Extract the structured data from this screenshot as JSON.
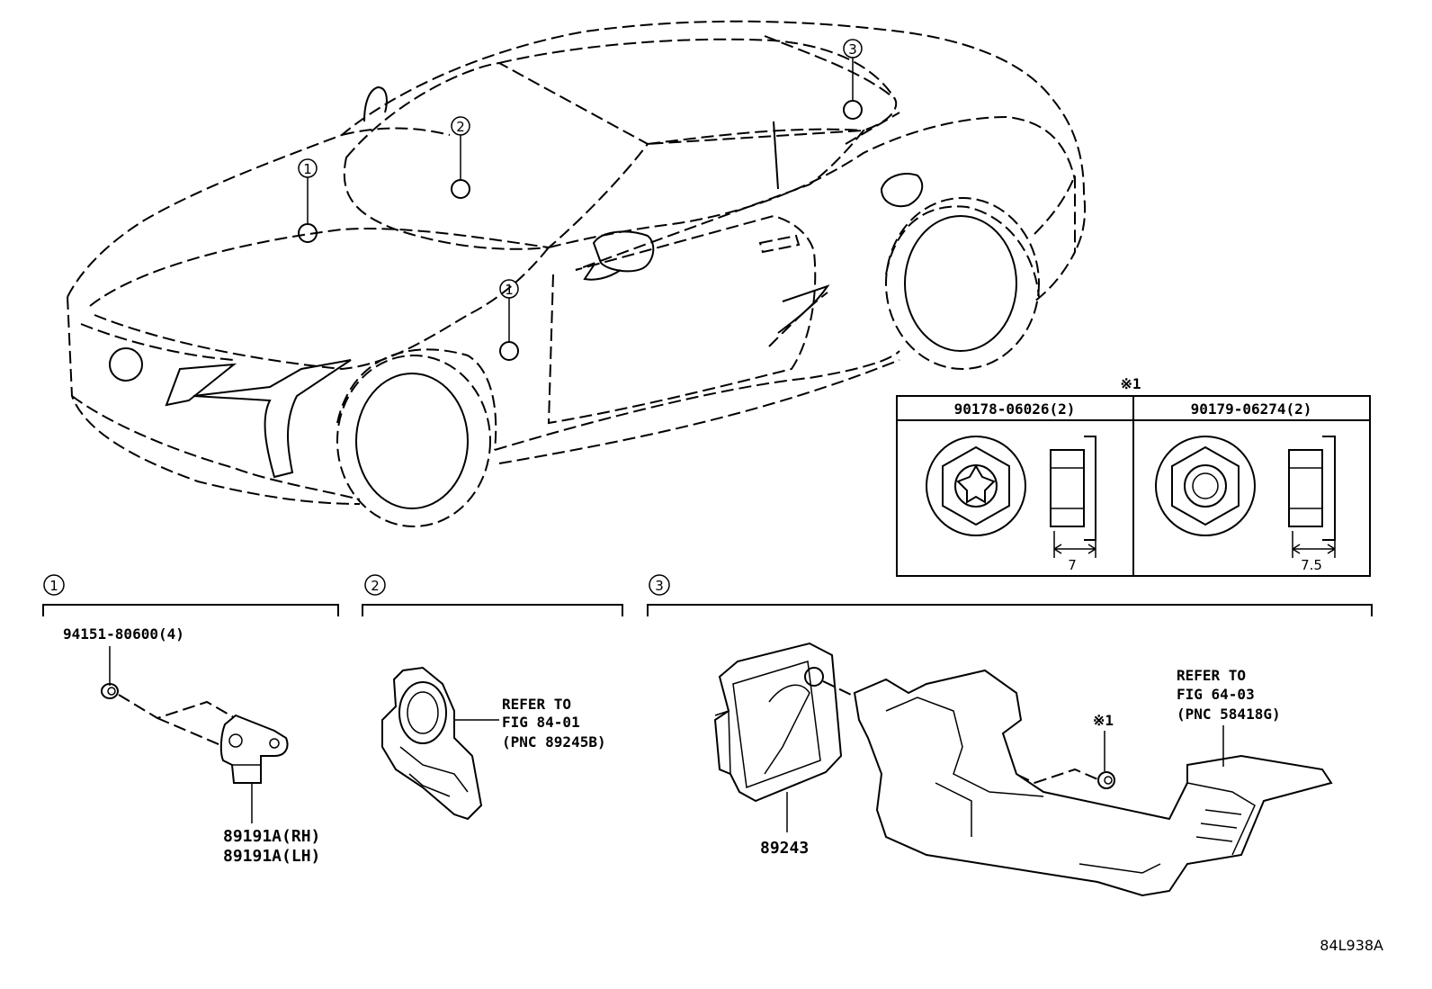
{
  "callouts": {
    "c1a": "1",
    "c1b": "1",
    "c2": "2",
    "c3": "3"
  },
  "sections": [
    {
      "marker": "1"
    },
    {
      "marker": "2"
    },
    {
      "marker": "3"
    }
  ],
  "nut_table": {
    "note": "※1",
    "col1_part": "90178-06026(2)",
    "col1_dim": "7",
    "col2_part": "90179-06274(2)",
    "col2_dim": "7.5"
  },
  "section1": {
    "bolt_part": "94151-80600(4)",
    "sensor_rh": "89191A(RH)",
    "sensor_lh": "89191A(LH)"
  },
  "section2": {
    "refer_line1": "REFER TO",
    "refer_line2": "FIG 84-01",
    "refer_line3": "(PNC 89245B)"
  },
  "section3": {
    "ecu_part": "89243",
    "nut_note": "※1",
    "refer_line1": "REFER TO",
    "refer_line2": "FIG 64-03",
    "refer_line3": "(PNC 58418G)"
  },
  "figure_code": "84L938A"
}
